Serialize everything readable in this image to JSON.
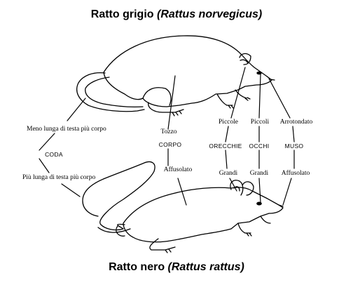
{
  "titles": {
    "top": {
      "common": "Ratto grigio",
      "latin": "(Rattus norvegicus)"
    },
    "bottom": {
      "common": "Ratto nero",
      "latin": "(Rattus rattus)"
    }
  },
  "coda": {
    "category": "CODA",
    "top": "Meno lunga di testa più corpo",
    "bottom": "Più lunga di testa più corpo"
  },
  "corpo": {
    "category": "CORPO",
    "top": "Tozzo",
    "bottom": "Affusolato"
  },
  "orecchie": {
    "category": "ORECCHIE",
    "top": "Piccole",
    "bottom": "Grandi"
  },
  "occhi": {
    "category": "OCCHI",
    "top": "Piccoli",
    "bottom": "Grandi"
  },
  "muso": {
    "category": "MUSO",
    "top": "Arrotondato",
    "bottom": "Affusolato"
  },
  "colors": {
    "ink": "#000000",
    "background": "#ffffff"
  }
}
